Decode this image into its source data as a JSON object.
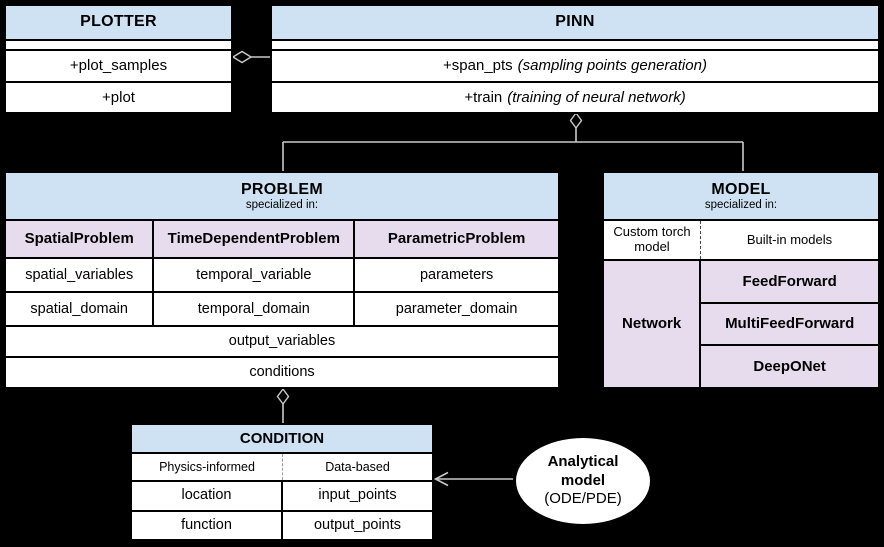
{
  "colors": {
    "background": "#000000",
    "header_fill": "#cfe2f3",
    "accent_fill": "#e7dcee",
    "cell_fill": "#ffffff",
    "border": "#000000",
    "text": "#000000",
    "connector": "#c9c9c9"
  },
  "plotter": {
    "title": "PLOTTER",
    "method1": "+plot_samples",
    "method2": "+plot"
  },
  "pinn": {
    "title": "PINN",
    "method1_name": "+span_pts",
    "method1_note": "(sampling points generation)",
    "method2_name": "+train",
    "method2_note": "(training of neural network)"
  },
  "problem": {
    "title": "PROBLEM",
    "subtitle": "specialized in:",
    "col1_header": "SpatialProblem",
    "col2_header": "TimeDependentProblem",
    "col3_header": "ParametricProblem",
    "row1": [
      "spatial_variables",
      "temporal_variable",
      "parameters"
    ],
    "row2": [
      "spatial_domain",
      "temporal_domain",
      "parameter_domain"
    ],
    "span_row1": "output_variables",
    "span_row2": "conditions"
  },
  "model": {
    "title": "MODEL",
    "subtitle": "specialized in:",
    "left_header": "Custom torch model",
    "right_header": "Built-in models",
    "left_cell": "Network",
    "right_cells": [
      "FeedForward",
      "MultiFeedForward",
      "DeepONet"
    ]
  },
  "condition": {
    "title": "CONDITION",
    "left_header": "Physics-informed",
    "right_header": "Data-based",
    "left_rows": [
      "location",
      "function"
    ],
    "right_rows": [
      "input_points",
      "output_points"
    ]
  },
  "analytical_model": {
    "name": "Analytical model",
    "kind": "(ODE/PDE)"
  }
}
